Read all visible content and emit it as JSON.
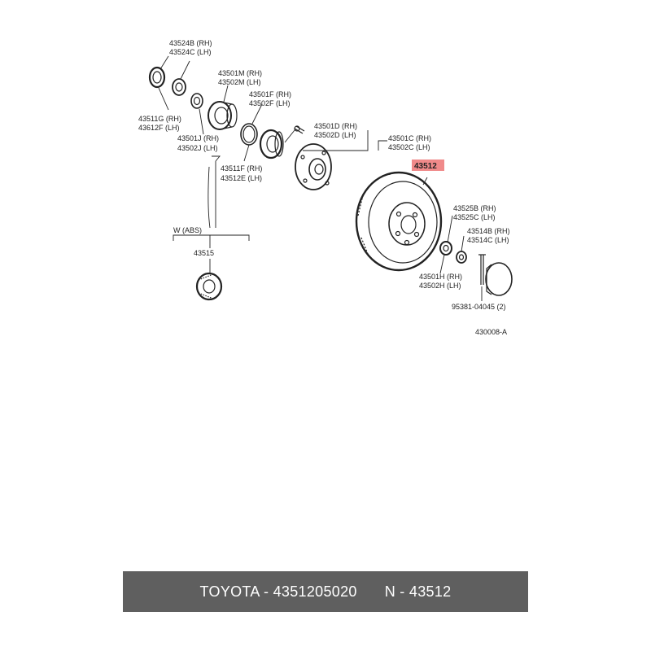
{
  "diagram": {
    "labels": {
      "l43524b": "43524B (RH)",
      "l43524c": "43524C (LH)",
      "l43501m": "43501M (RH)",
      "l43502m": "43502M (LH)",
      "l43501f": "43501F (RH)",
      "l43502f": "43502F (LH)",
      "l43511g": "43511G (RH)",
      "l43612f": "43612F (LH)",
      "l43501j": "43501J (RH)",
      "l43502j": "43502J (LH)",
      "l43501d": "43501D (RH)",
      "l43502d": "43502D (LH)",
      "l43501c": "43501C (RH)",
      "l43502c": "43502C (LH)",
      "l43511f": "43511F (RH)",
      "l43512e": "43512E (LH)",
      "l43512": "43512",
      "l43525b": "43525B (RH)",
      "l43525c": "43525C (LH)",
      "l43514b": "43514B (RH)",
      "l43514c": "43514C (LH)",
      "l43501h": "43501H (RH)",
      "l43502h": "43502H (LH)",
      "l95381": "95381-04045 (2)",
      "labs": "W (ABS)",
      "l43515": "43515",
      "ref": "430008-A"
    },
    "highlight_color": "#f08a8a"
  },
  "footer": {
    "part": "TOYOTA - 4351205020",
    "number": "N - 43512"
  }
}
